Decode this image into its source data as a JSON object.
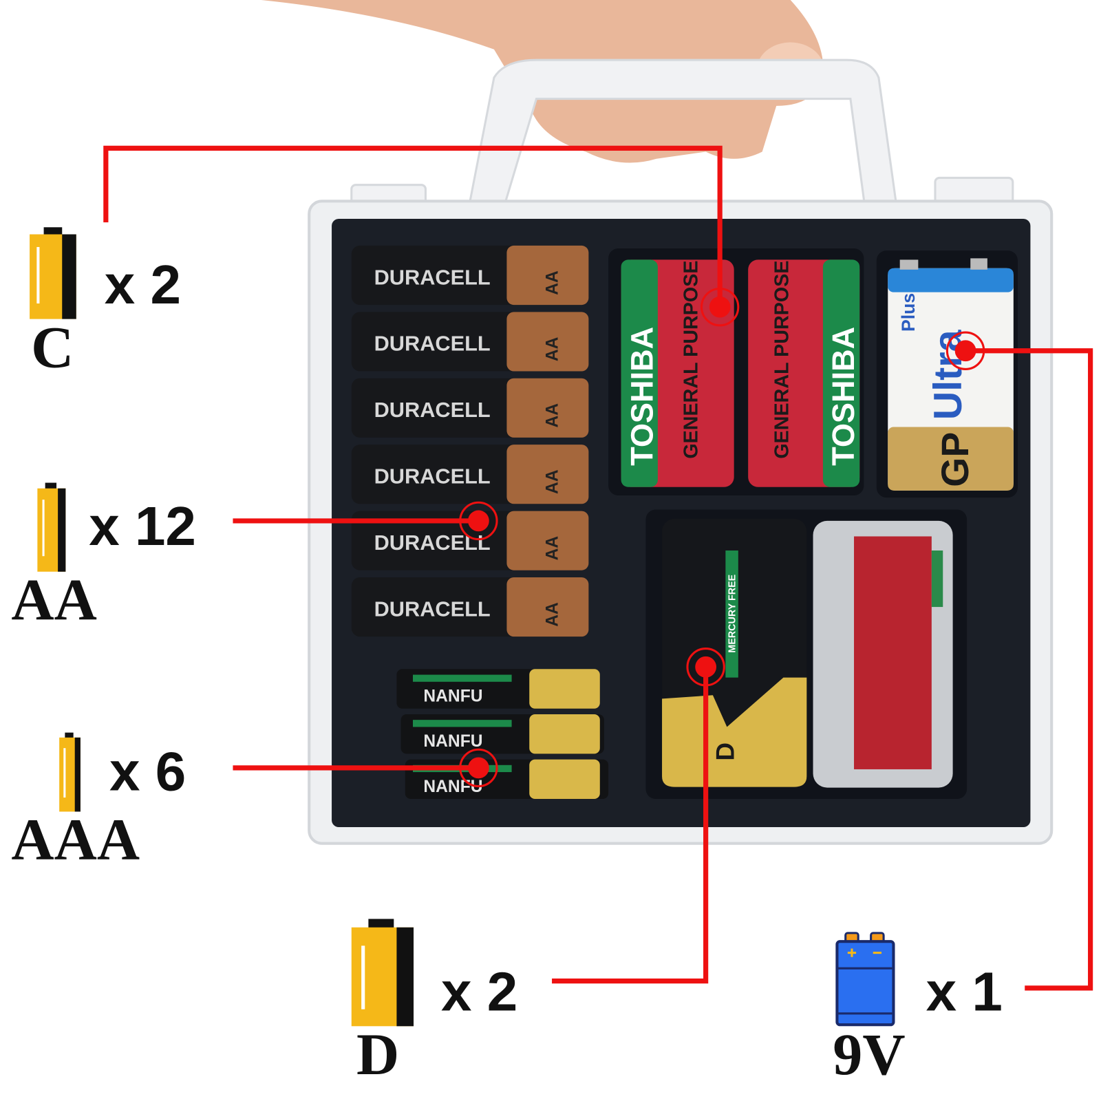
{
  "colors": {
    "callout_line": "#ee1111",
    "battery_icon_yellow": "#f5b818",
    "battery_icon_dark": "#111111",
    "nine_volt_icon_blue": "#2a6ff0",
    "tray": "#1b1f27",
    "case": "#eef0f2"
  },
  "callouts": [
    {
      "size": "C",
      "count": "x 2"
    },
    {
      "size": "AA",
      "count": "x 12"
    },
    {
      "size": "AAA",
      "count": "x 6"
    },
    {
      "size": "D",
      "count": "x 2"
    },
    {
      "size": "9V",
      "count": "x 1"
    }
  ],
  "product_labels": {
    "c_brand": "TOSHIBA",
    "c_line": "GENERAL PURPOSE",
    "aa_brand": "DURACELL",
    "aa_size": "AA",
    "aaa_brand": "NANFU",
    "nine_volt_brand": "GP",
    "nine_volt_line": "Ultra",
    "nine_volt_plus": "Plus",
    "d_label": "MERCURY FREE",
    "d_size": "D"
  }
}
